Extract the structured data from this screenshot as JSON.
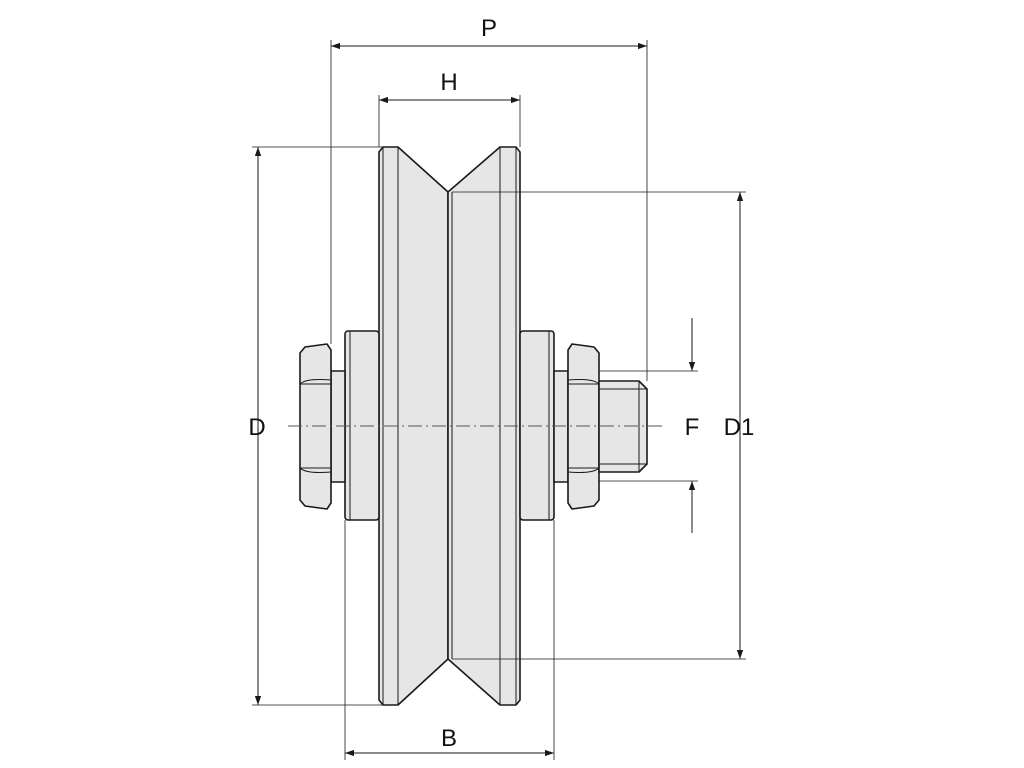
{
  "diagram": {
    "colors": {
      "part_fill": "#e6e6e6",
      "line": "#1a1a1a",
      "background": "#ffffff"
    },
    "dimensions": {
      "P": "P",
      "H": "H",
      "D": "D",
      "D1": "D1",
      "F": "F",
      "B": "B"
    }
  }
}
